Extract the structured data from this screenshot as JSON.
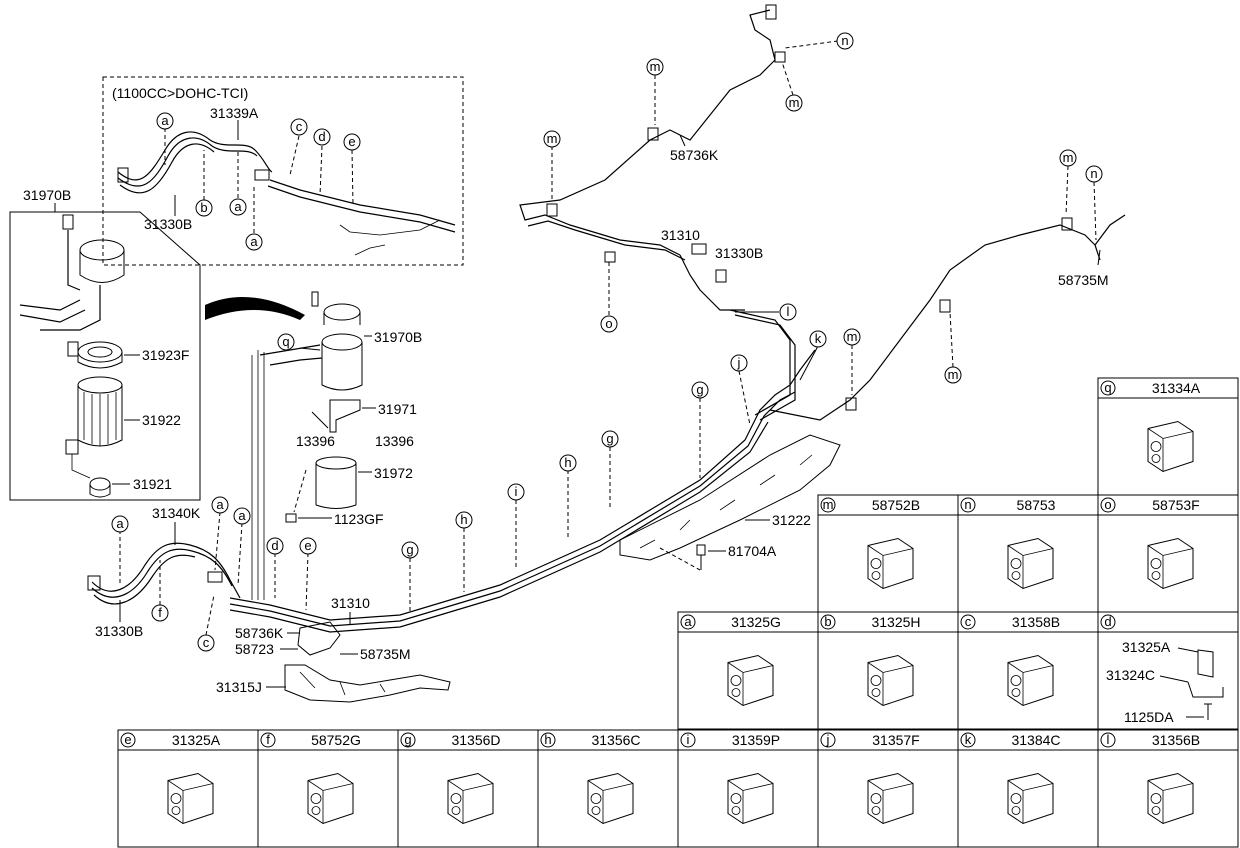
{
  "variant_note": "(1100CC>DOHC-TCI)",
  "part_labels": {
    "p31339A": "31339A",
    "p31330B_top": "31330B",
    "p31970B_box": "31970B",
    "p31923F": "31923F",
    "p31922": "31922",
    "p31921": "31921",
    "p31970B": "31970B",
    "p31971": "31971",
    "p13396_a": "13396",
    "p13396_b": "13396",
    "p31972": "31972",
    "p1123GF": "1123GF",
    "p31340K": "31340K",
    "p31330B_left": "31330B",
    "p31310_bottom": "31310",
    "p58736K_bottom": "58736K",
    "p58723": "58723",
    "p58735M_bottom": "58735M",
    "p31315J": "31315J",
    "p31222": "31222",
    "p81704A": "81704A",
    "p31310_top": "31310",
    "p31330B_right": "31330B",
    "p58736K_top": "58736K",
    "p58735M_right": "58735M"
  },
  "callouts": {
    "top_a1": "a",
    "top_b": "b",
    "top_a2": "a",
    "top_a3": "a",
    "top_c": "c",
    "top_d": "d",
    "top_e": "e",
    "left_a1": "a",
    "left_a2": "a",
    "left_a3": "a",
    "left_f": "f",
    "left_c": "c",
    "mid_d": "d",
    "mid_e": "e",
    "mid_g1": "g",
    "mid_h1": "h",
    "mid_i": "i",
    "mid_h2": "h",
    "mid_g2": "g",
    "mid_g3": "g",
    "mid_j": "j",
    "mid_k": "k",
    "mid_l": "l",
    "mid_o": "o",
    "mid_q": "q",
    "r_m1": "m",
    "r_m2": "m",
    "r_n1": "n",
    "r_m3": "m",
    "r_m4": "m",
    "r_m5": "m",
    "r_n2": "n",
    "r_m6": "m"
  },
  "legend": [
    {
      "letter": "q",
      "part": "31334A"
    },
    {
      "letter": "m",
      "part": "58752B"
    },
    {
      "letter": "n",
      "part": "58753"
    },
    {
      "letter": "o",
      "part": "58753F"
    },
    {
      "letter": "a",
      "part": "31325G"
    },
    {
      "letter": "b",
      "part": "31325H"
    },
    {
      "letter": "c",
      "part": "31358B"
    },
    {
      "letter": "d",
      "part": ""
    },
    {
      "letter": "e",
      "part": "31325A"
    },
    {
      "letter": "f",
      "part": "58752G"
    },
    {
      "letter": "g",
      "part": "31356D"
    },
    {
      "letter": "h",
      "part": "31356C"
    },
    {
      "letter": "i",
      "part": "31359P"
    },
    {
      "letter": "j",
      "part": "31357F"
    },
    {
      "letter": "k",
      "part": "31384C"
    },
    {
      "letter": "l",
      "part": "31356B"
    }
  ],
  "legend_d_parts": {
    "p1": "31325A",
    "p2": "31324C",
    "p3": "1125DA"
  }
}
